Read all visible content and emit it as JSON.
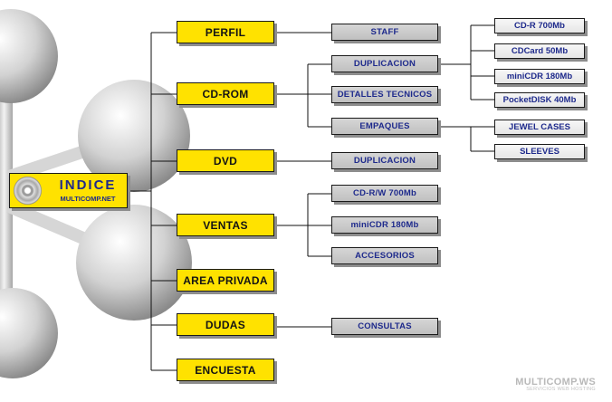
{
  "root": {
    "title": "INDICE",
    "subtitle": "MULTICOMP.NET",
    "icon": "cd-icon"
  },
  "menu": {
    "perfil": "PERFIL",
    "cdrom": "CD-ROM",
    "dvd": "DVD",
    "ventas": "VENTAS",
    "area_privada": "AREA PRIVADA",
    "dudas": "DUDAS",
    "encuesta": "ENCUESTA"
  },
  "sub": {
    "staff": "STAFF",
    "duplicacion_cd": "DUPLICACION",
    "detalles_tecnicos": "DETALLES TECNICOS",
    "empaques": "EMPAQUES",
    "duplicacion_dvd": "DUPLICACION",
    "cdrw": "CD-R/W  700Mb",
    "minicdr_ventas": "miniCDR  180Mb",
    "accesorios": "ACCESORIOS",
    "consultas": "CONSULTAS"
  },
  "leaf": {
    "cdr700": "CD-R 700Mb",
    "cdcard50": "CDCard 50Mb",
    "minicdr180": "miniCDR 180Mb",
    "pocketdisk40": "PocketDISK 40Mb",
    "jewel_cases": "JEWEL CASES",
    "sleeves": "SLEEVES"
  },
  "watermark": {
    "main": "MULTICOMP.WS",
    "sub": "SERVICIOS WEB HOSTING"
  },
  "colors": {
    "menu_fill": "#ffe200",
    "submenu_fill": "#c8c8c8",
    "leaf_fill": "#eeeeee",
    "text_blue": "#1e2a8c"
  }
}
